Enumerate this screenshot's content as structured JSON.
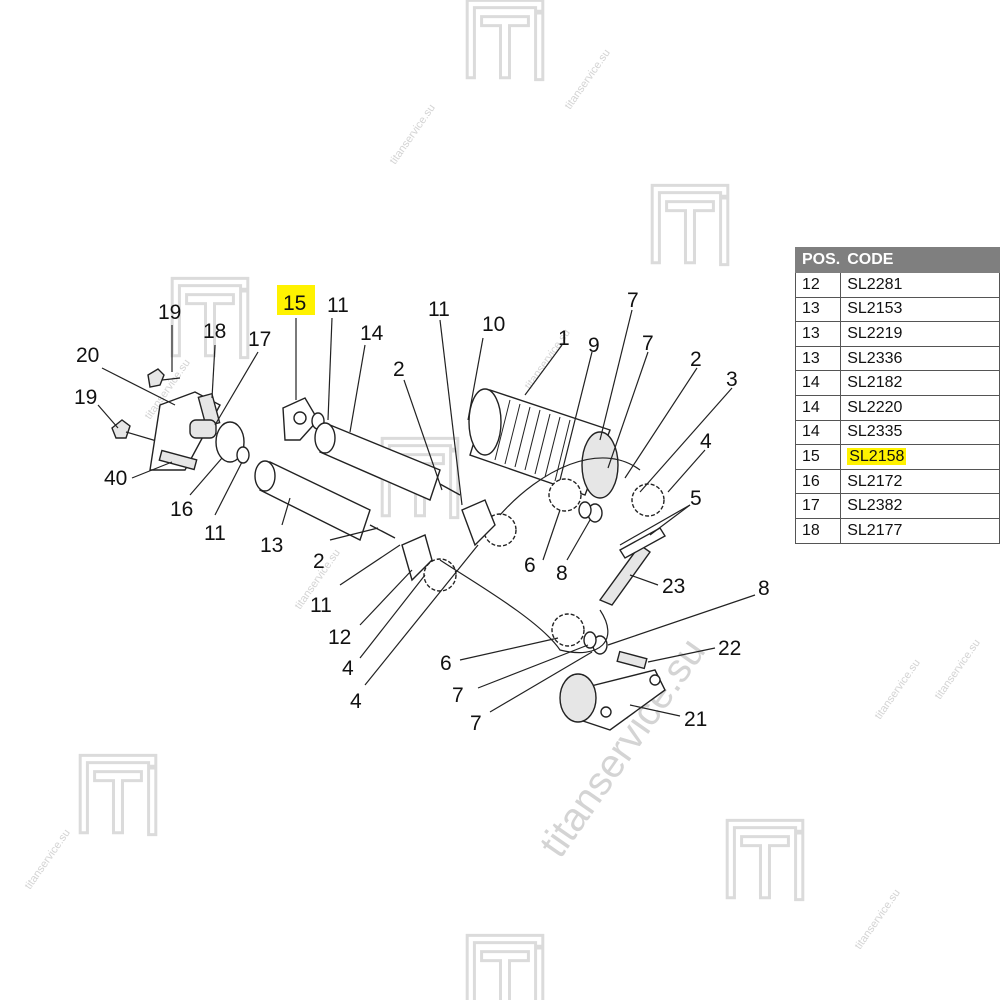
{
  "watermark": {
    "text": "titanservice.su"
  },
  "highlight_color": "#fff200",
  "table": {
    "headers": {
      "pos": "POS.",
      "code": "CODE"
    },
    "rows": [
      {
        "pos": "12",
        "code": "SL2281"
      },
      {
        "pos": "13",
        "code": "SL2153"
      },
      {
        "pos": "13",
        "code": "SL2219"
      },
      {
        "pos": "13",
        "code": "SL2336"
      },
      {
        "pos": "14",
        "code": "SL2182"
      },
      {
        "pos": "14",
        "code": "SL2220"
      },
      {
        "pos": "14",
        "code": "SL2335"
      },
      {
        "pos": "15",
        "code": "SL2158",
        "highlighted": true
      },
      {
        "pos": "16",
        "code": "SL2172"
      },
      {
        "pos": "17",
        "code": "SL2382"
      },
      {
        "pos": "18",
        "code": "SL2177"
      }
    ]
  },
  "callouts": [
    "15",
    "11",
    "14",
    "19",
    "18",
    "17",
    "20",
    "19",
    "40",
    "16",
    "11",
    "13",
    "2",
    "11",
    "10",
    "1",
    "9",
    "7",
    "7",
    "2",
    "3",
    "4",
    "5",
    "23",
    "8",
    "6",
    "8",
    "11",
    "12",
    "4",
    "4",
    "2",
    "6",
    "7",
    "7",
    "22",
    "21"
  ]
}
